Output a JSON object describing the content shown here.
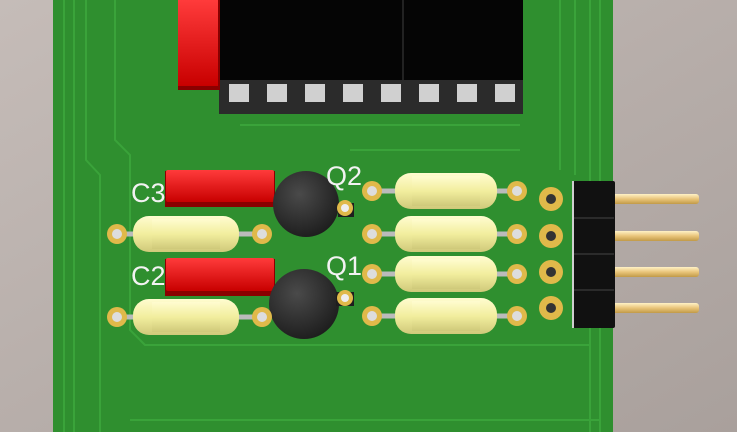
{
  "board": {
    "background_color": "#b7aeaa",
    "pcb_color": "#2f8f2f",
    "trace_color": "#3aa33a",
    "silkscreen_color": "#f2f2f2"
  },
  "labels": {
    "c3": "C3",
    "c2": "C2",
    "q2": "Q2",
    "q1": "Q1"
  },
  "components": {
    "ic": {
      "pin_count_visible": 8,
      "body_color": "#050505",
      "pin_color": "#c8c8c8"
    },
    "capacitor_color": "#e30b0b",
    "resistor_color": "#f4f0a6",
    "transistor_color": "#2b2b2b",
    "pad_color": "#e0b94a",
    "header": {
      "pins": 4,
      "body_color": "#111111",
      "pin_color": "#f2d488"
    },
    "resistor_count": 6,
    "transistor_count": 2
  }
}
